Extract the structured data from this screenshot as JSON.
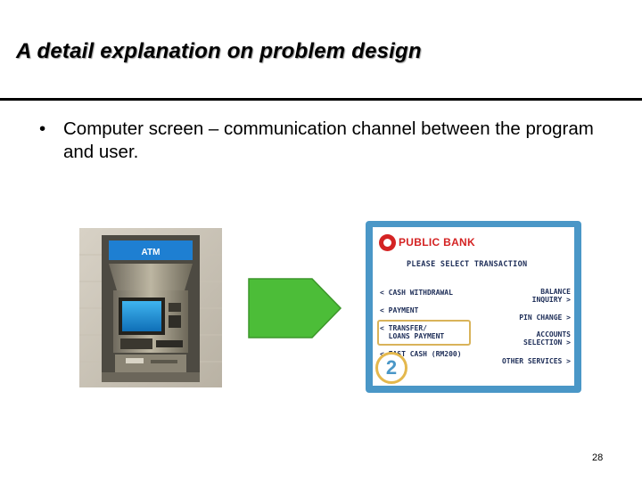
{
  "slide": {
    "title": "A detail explanation on problem design",
    "bullet_symbol": "•",
    "bullet_text": "Computer screen – communication channel between the program and user.",
    "page_number": "28"
  },
  "atm_image": {
    "sign_text": "ATM"
  },
  "bank_screen": {
    "bank_name": "PUBLIC BANK",
    "heading": "PLEASE SELECT TRANSACTION",
    "options_left": [
      "< CASH WITHDRAWAL",
      "< PAYMENT",
      "< TRANSFER/\n  LOANS PAYMENT",
      "< FAST CASH (RM200)"
    ],
    "options_right": [
      "BALANCE\nINQUIRY >",
      "PIN CHANGE >",
      "ACCOUNTS\nSELECTION >",
      "OTHER SERVICES >"
    ],
    "badge_number": "2"
  },
  "colors": {
    "arrow_fill": "#4cbd38",
    "screen_frame": "#4a97c7",
    "bank_red": "#d42323",
    "highlight": "#d9b35a"
  }
}
